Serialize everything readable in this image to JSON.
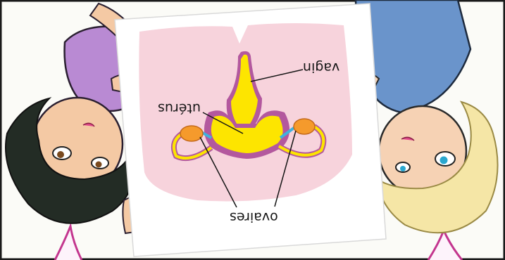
{
  "labels": {
    "vagina": "vagin",
    "uterus": "utérus",
    "ovaries": "ovaires"
  },
  "colors": {
    "card": "#ffffff",
    "uterine_area": "#f7d3dc",
    "organ_yellow": "#fde500",
    "organ_magenta": "#b3589e",
    "ovary_orange": "#f59a2c",
    "tube_blue": "#3fb2dc",
    "left_girl_hair": "#232c25",
    "left_girl_shirt": "#b98ad3",
    "right_girl_hair": "#f5e6a6",
    "right_girl_shirt": "#6a94cb",
    "skin": "#f4c9a4",
    "speech_bubble_line": "#c3358e"
  },
  "orientation": "image printed upside down (rotated 180°)"
}
